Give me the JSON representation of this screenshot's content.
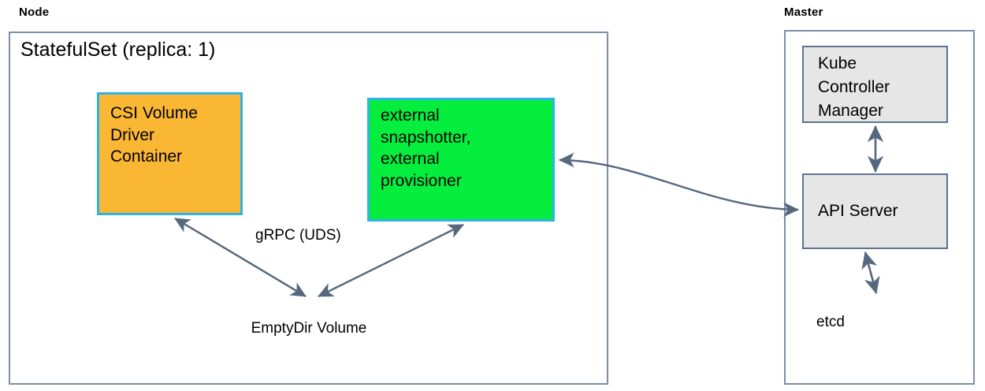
{
  "diagram": {
    "title_node": "Node",
    "title_master": "Master",
    "colors": {
      "driver_fill": "#fab733",
      "sidecar_fill": "#05ee3d",
      "component_stroke": "#2bb3ea",
      "container_stroke": "#7b8fa8",
      "gray_fill": "#e6e6e6",
      "gray_stroke": "#5d7391",
      "arrow_stroke": "#56687e"
    }
  },
  "node": {
    "caption": "Node",
    "statefulset_title": "StatefulSet (replica: 1)",
    "driver_box": {
      "lines": [
        "CSI Volume",
        "Driver",
        "Container"
      ]
    },
    "sidecar_box": {
      "lines": [
        "external",
        "snapshotter,",
        "external",
        "provisioner"
      ]
    },
    "volume": {
      "label": "EmptyDir Volume"
    },
    "edge_labels": {
      "grpc": "gRPC (UDS)"
    }
  },
  "master": {
    "caption": "Master",
    "controller_manager": {
      "lines": [
        "Kube",
        "Controller",
        "Manager"
      ]
    },
    "api_server": {
      "label": "API Server"
    },
    "etcd": {
      "label": "etcd"
    }
  }
}
